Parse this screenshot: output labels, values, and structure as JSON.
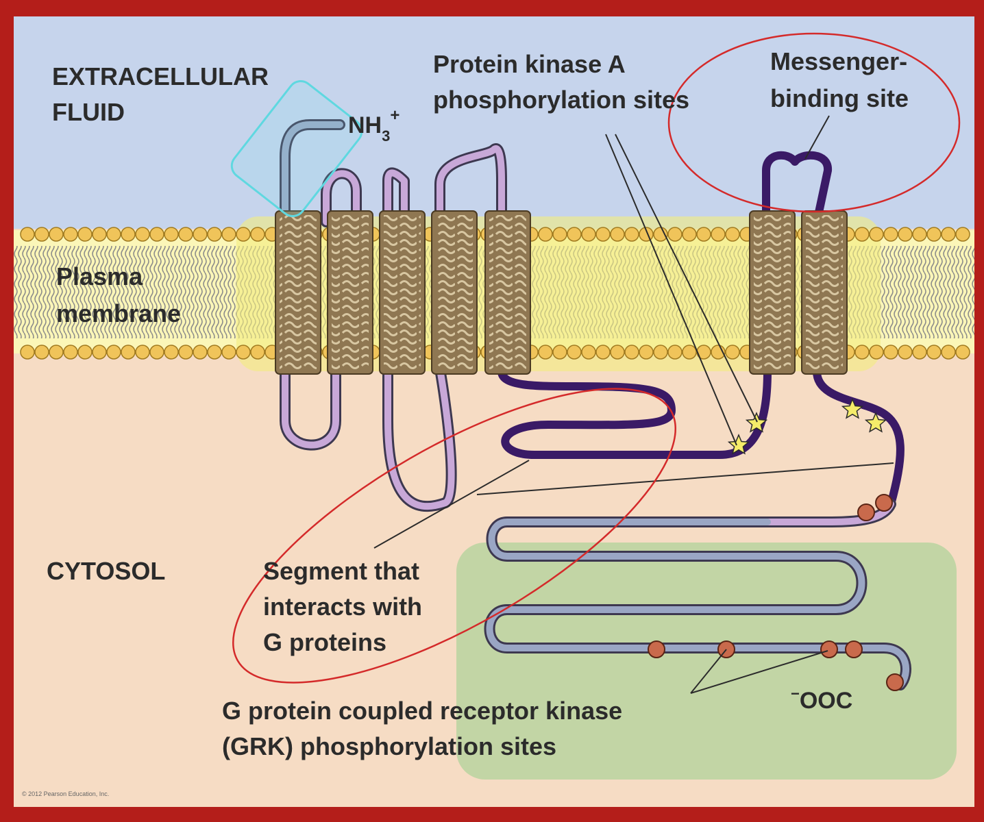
{
  "labels": {
    "extracellular_line1": "EXTRACELLULAR",
    "extracellular_line2": "FLUID",
    "nh3": "NH",
    "nh3_sub": "3",
    "nh3_sup": "+",
    "pka_line1": "Protein kinase A",
    "pka_line2": "phosphorylation sites",
    "messenger_line1": "Messenger-",
    "messenger_line2": "binding site",
    "plasma_line1": "Plasma",
    "plasma_line2": "membrane",
    "cytosol": "CYTOSOL",
    "segment_line1": "Segment that",
    "segment_line2": "interacts with",
    "segment_line3": "G proteins",
    "grk_line1": "G protein coupled receptor kinase",
    "grk_line2": "(GRK) phosphorylation sites",
    "cooh_sup": "−",
    "cooh": "OOC",
    "copyright": "© 2012 Pearson Education, Inc."
  },
  "colors": {
    "frame": "#b41e1a",
    "extracellular": "#c6d4ec",
    "cytosol": "#f6dcc4",
    "membrane_band": "#fbf6b8",
    "highlight_yellow": "#f3ec7e",
    "helix_fill": "#8f7752",
    "protein_light": "#c8a8d8",
    "protein_dark": "#3a1a66",
    "protein_gray": "#9aa6c4",
    "highlight_green": "#b9d3a0",
    "annotation_red": "#d42a2a",
    "annotation_cyan": "#5fd8e0",
    "lipid_head": "#f0c45a"
  }
}
